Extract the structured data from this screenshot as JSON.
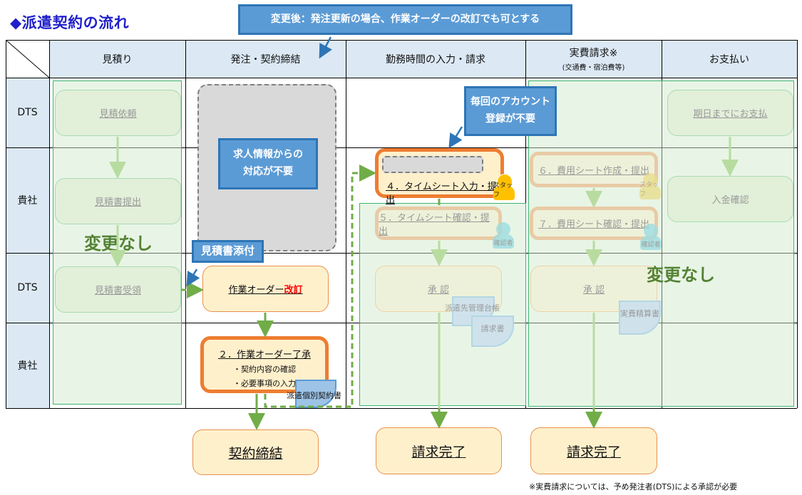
{
  "title": "◆派遣契約の流れ",
  "columns": [
    {
      "label": "見積り"
    },
    {
      "label": "発注・契約締結"
    },
    {
      "label": "勤務時間の入力・請求"
    },
    {
      "label": "実費請求※",
      "sub": "(交通費・宿泊費等)"
    },
    {
      "label": "お支払い"
    }
  ],
  "rows": [
    "DTS",
    "貴社",
    "DTS",
    "貴社"
  ],
  "callouts": {
    "top": "変更後：発注更新の場合、作業オーダーの改訂でも可とする",
    "job_info_line1": "求人情報からの",
    "job_info_line2": "対応が不要",
    "account_line1": "毎回のアカウント",
    "account_line2": "登録が不要",
    "estimate_attach": "見積書添付"
  },
  "estimate": {
    "request": "見積依頼",
    "submit": "見積書提出",
    "receive": "見積書受領"
  },
  "order": {
    "revise_prefix": "作業オーダー",
    "revise_suffix": "改訂",
    "accept_title": "２．作業オーダー了承",
    "accept_item1": "・契約内容の確認",
    "accept_item2": "・必要事項の入力",
    "contract_doc": "派遣個別契約書"
  },
  "timesheet": {
    "step4": "４．タイムシート入力・提出",
    "step5": "５．タイムシート確認・提出",
    "approve": "承 認",
    "doc_ledger": "派遣先管理台帳",
    "doc_invoice": "請求書"
  },
  "expenses": {
    "step6": "６．費用シート作成・提出",
    "step7": "７．費用シート確認・提出",
    "approve": "承 認",
    "doc": "実費精算書"
  },
  "payment": {
    "pay": "期日までにお支払",
    "confirm": "入金確認"
  },
  "roles": {
    "staff": "スタッフ",
    "confirmer": "確認者"
  },
  "no_change": "変更なし",
  "finals": {
    "contract": "契約締結",
    "billing1": "請求完了",
    "billing2": "請求完了"
  },
  "footnote": "※実費請求については、予め発注者(DTS)による承認が必要",
  "colors": {
    "accent_blue": "#5b9bd5",
    "orange": "#ed7d31",
    "green_overlay": "#3cb371",
    "header_bg": "#dce9f5",
    "red_text": "#ff0000",
    "no_change_text": "#548235"
  }
}
